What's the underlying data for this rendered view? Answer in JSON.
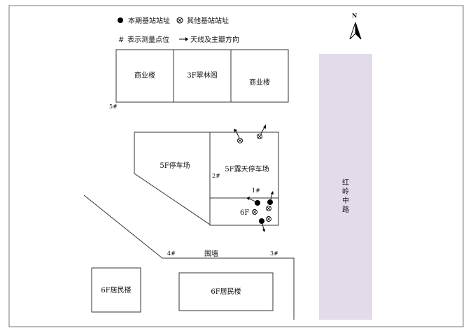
{
  "legend": {
    "this_site": "本期基站站址",
    "other_site": "其他基站站址",
    "hash_symbol": "#",
    "measure_point": "表示测量点位",
    "antenna": "天线及主瓣方向"
  },
  "compass": {
    "label": "N"
  },
  "buildings": {
    "commercial_left": "商业楼",
    "cuilin": "3F翠林阁",
    "commercial_right": "商业楼",
    "parking_5f": "5F停车场",
    "parking_open": "5F露天停车场",
    "floor_6f": "6F",
    "residential_left": "6F居民楼",
    "residential_right": "6F居民楼"
  },
  "road": {
    "label_chars": [
      "红",
      "岭",
      "中",
      "路"
    ]
  },
  "wall": {
    "label": "围墙"
  },
  "points": {
    "p1": "1#",
    "p2": "2#",
    "p3": "3#",
    "p4": "4#",
    "p5": "5#"
  },
  "colors": {
    "road": "#e3dbe9",
    "stroke": "#333333"
  }
}
